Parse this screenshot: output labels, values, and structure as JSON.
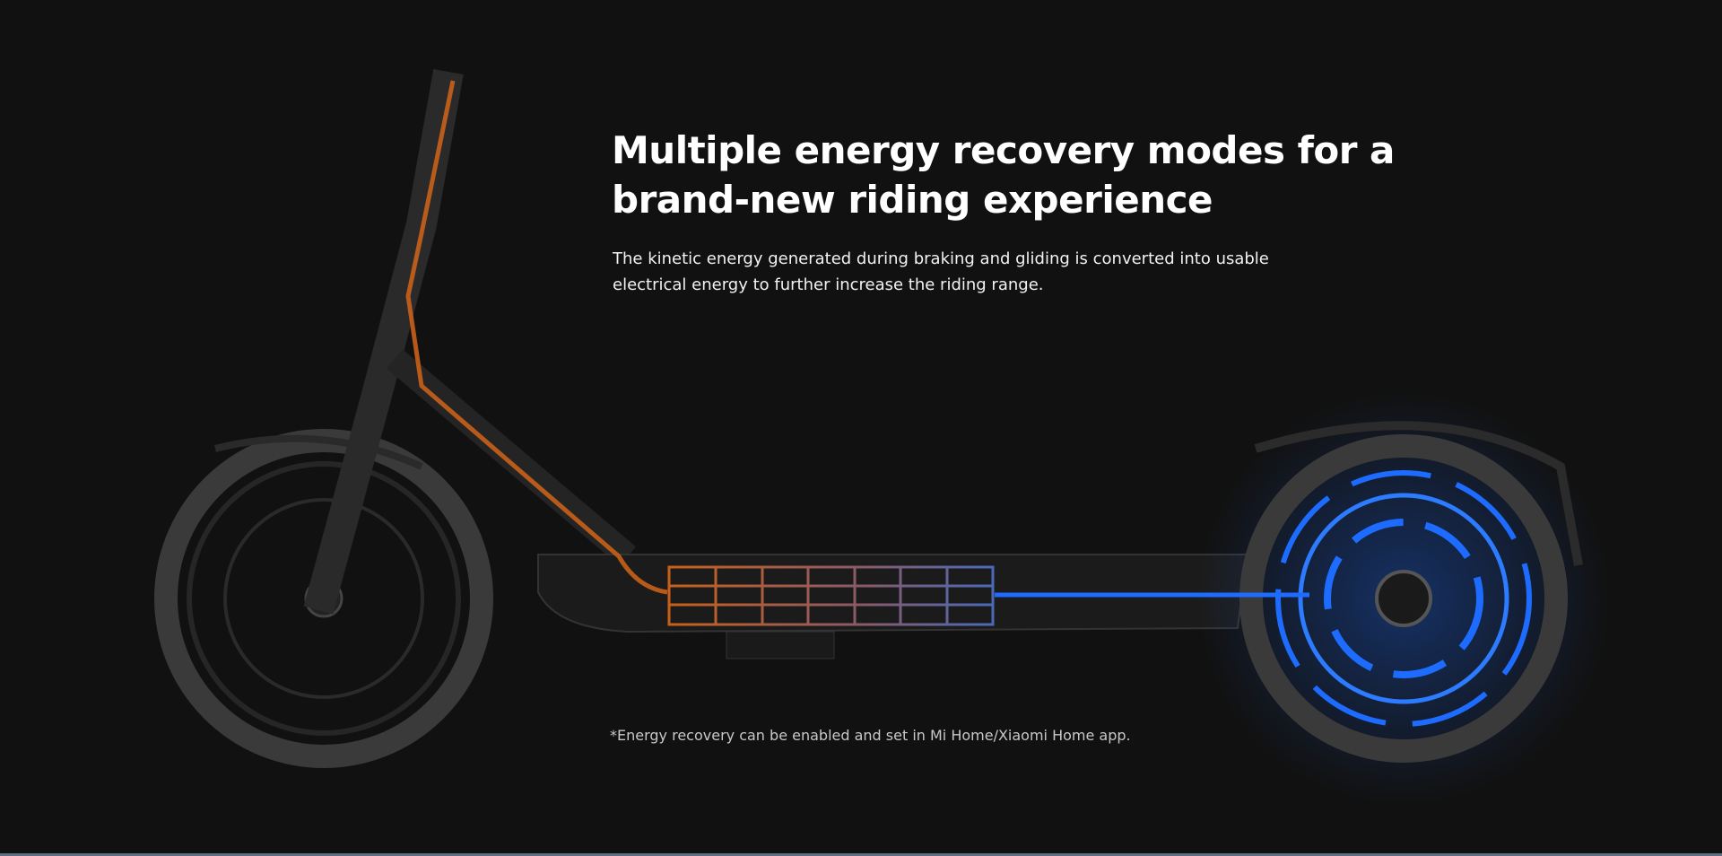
{
  "headline": "Multiple energy recovery modes for a brand-new riding experience",
  "description": "The kinetic energy generated during braking and gliding is converted into usable electrical energy to further increase the riding range.",
  "footnote": "*Energy recovery can be enabled and set in Mi Home/Xiaomi Home app.",
  "colors": {
    "background": "#111111",
    "energy_orange": "#c8601a",
    "energy_blue": "#1e6cff"
  }
}
